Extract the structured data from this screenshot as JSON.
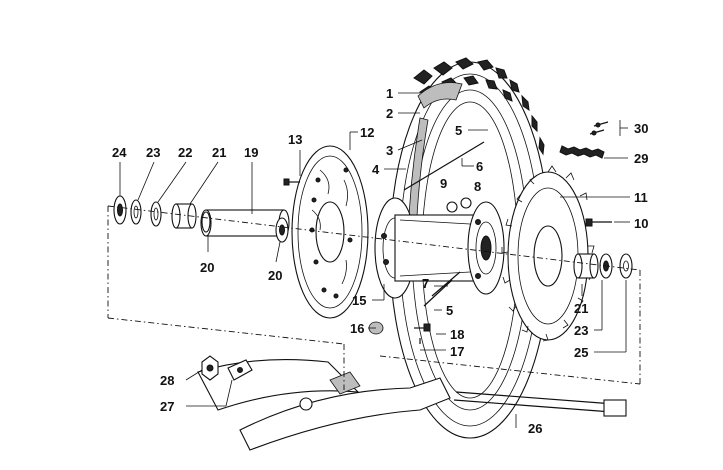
{
  "callouts": [
    {
      "id": "c1",
      "text": "1"
    },
    {
      "id": "c2",
      "text": "2"
    },
    {
      "id": "c3",
      "text": "3"
    },
    {
      "id": "c4",
      "text": "4"
    },
    {
      "id": "c5a",
      "text": "5"
    },
    {
      "id": "c5b",
      "text": "5"
    },
    {
      "id": "c6",
      "text": "6"
    },
    {
      "id": "c7",
      "text": "7"
    },
    {
      "id": "c8",
      "text": "8"
    },
    {
      "id": "c9",
      "text": "9"
    },
    {
      "id": "c10",
      "text": "10"
    },
    {
      "id": "c11",
      "text": "11"
    },
    {
      "id": "c12",
      "text": "12"
    },
    {
      "id": "c13",
      "text": "13"
    },
    {
      "id": "c15",
      "text": "15"
    },
    {
      "id": "c16",
      "text": "16"
    },
    {
      "id": "c17",
      "text": "17"
    },
    {
      "id": "c18",
      "text": "18"
    },
    {
      "id": "c19",
      "text": "19"
    },
    {
      "id": "c20a",
      "text": "20"
    },
    {
      "id": "c20b",
      "text": "20"
    },
    {
      "id": "c21a",
      "text": "21"
    },
    {
      "id": "c21b",
      "text": "21"
    },
    {
      "id": "c22",
      "text": "22"
    },
    {
      "id": "c23a",
      "text": "23"
    },
    {
      "id": "c23b",
      "text": "23"
    },
    {
      "id": "c24",
      "text": "24"
    },
    {
      "id": "c25",
      "text": "25"
    },
    {
      "id": "c26",
      "text": "26"
    },
    {
      "id": "c27",
      "text": "27"
    },
    {
      "id": "c28",
      "text": "28"
    },
    {
      "id": "c29",
      "text": "29"
    },
    {
      "id": "c30",
      "text": "30"
    }
  ]
}
